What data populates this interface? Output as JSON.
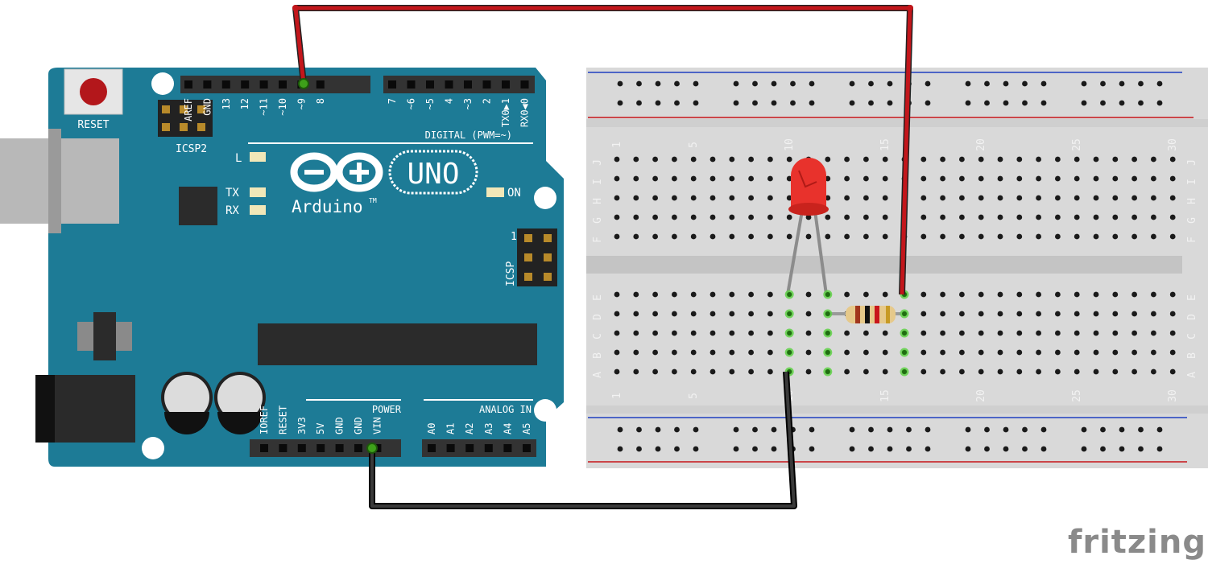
{
  "board": {
    "reset_label": "RESET",
    "icsp2_label": "ICSP2",
    "icsp_label": "ICSP",
    "icsp_pin1": "1",
    "digital_label": "DIGITAL (PWM=~)",
    "power_label": "POWER",
    "analog_label": "ANALOG IN",
    "led_l": "L",
    "led_tx": "TX",
    "led_rx": "RX",
    "on_label": "ON",
    "logo_text": "Arduino",
    "tm": "TM",
    "model": "UNO",
    "digital_pins_left": [
      "AREF",
      "GND",
      "13",
      "12",
      "~11",
      "~10",
      "~9",
      "8"
    ],
    "digital_pins_right": [
      "7",
      "~6",
      "~5",
      "4",
      "~3",
      "2",
      "TX0▶1",
      "RX0◀0"
    ],
    "power_pins": [
      "IOREF",
      "RESET",
      "3V3",
      "5V",
      "GND",
      "GND",
      "VIN"
    ],
    "analog_pins": [
      "A0",
      "A1",
      "A2",
      "A3",
      "A4",
      "A5"
    ]
  },
  "breadboard": {
    "row_letters_top": [
      "J",
      "I",
      "H",
      "G",
      "F"
    ],
    "row_letters_bottom": [
      "E",
      "D",
      "C",
      "B",
      "A"
    ],
    "column_numbers": [
      "1",
      "5",
      "10",
      "15",
      "20",
      "25",
      "30"
    ]
  },
  "colors": {
    "board": "#1d7b96",
    "wire_red": "#c3161b",
    "wire_black": "#1a1a1a",
    "led_red": "#e8322c",
    "breadboard": "#d9d9d9"
  },
  "brand": "fritzing"
}
